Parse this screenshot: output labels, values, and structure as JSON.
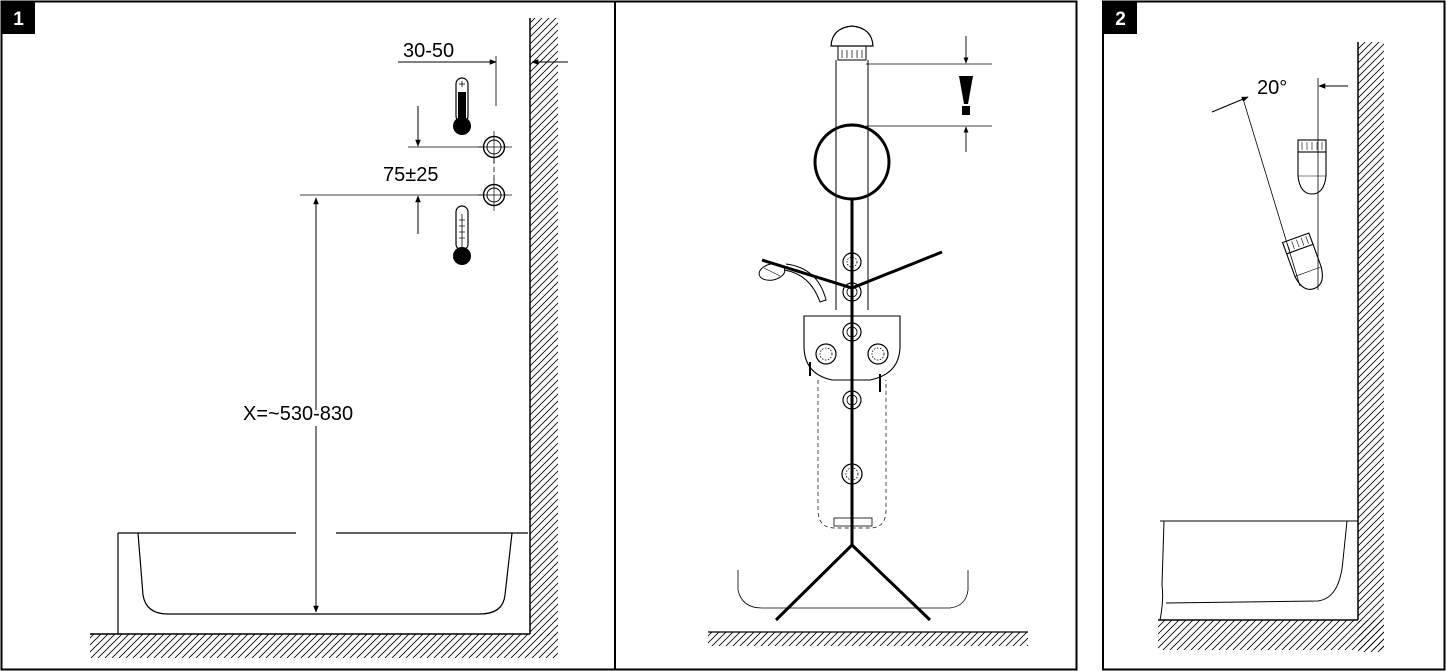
{
  "panel1": {
    "badge": "1",
    "dim_wall_offset": "30-50",
    "dim_spacing": "75±25",
    "dim_height": "X=~530-830"
  },
  "panel2": {
    "badge": "2",
    "dim_angle": "20°"
  },
  "icons": {
    "hot": "thermometer-hot-icon",
    "cold": "thermometer-cold-icon",
    "warning": "exclamation-icon"
  }
}
